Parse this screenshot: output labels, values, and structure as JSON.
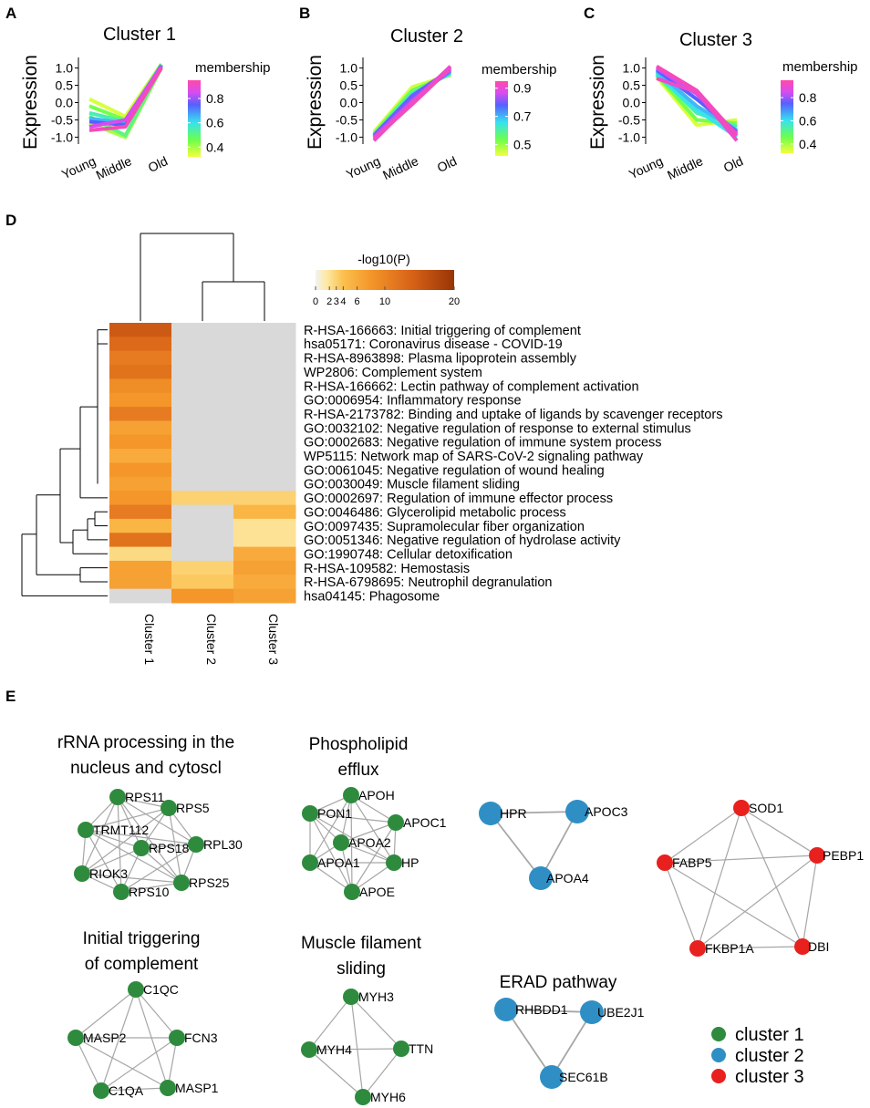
{
  "panel_letters": [
    "A",
    "B",
    "C",
    "D",
    "E"
  ],
  "chart_data": [
    {
      "panel": "A",
      "type": "line",
      "title": "Cluster 1",
      "xlabel": "",
      "ylabel": "Expression",
      "categories": [
        "Young",
        "Middle",
        "Old"
      ],
      "yticks": [
        "1.0",
        "0.5",
        "0.0",
        "-0.5",
        "-1.0"
      ],
      "ylim": [
        -1.2,
        1.2
      ],
      "legend_title": "membership",
      "legend_ticks": [
        "0.8",
        "0.6",
        "0.4"
      ],
      "legend_range": [
        0.32,
        0.95
      ],
      "legend_tick_values": [
        0.8,
        0.6,
        0.4
      ],
      "series": [
        {
          "values": [
            0.1,
            -0.4,
            1.12
          ],
          "membership": 0.35
        },
        {
          "values": [
            -0.1,
            -0.5,
            1.1
          ],
          "membership": 0.45
        },
        {
          "values": [
            -0.3,
            -0.55,
            1.1
          ],
          "membership": 0.55
        },
        {
          "values": [
            -0.45,
            -0.6,
            1.08
          ],
          "membership": 0.65
        },
        {
          "values": [
            -0.55,
            -0.65,
            1.07
          ],
          "membership": 0.75
        },
        {
          "values": [
            -0.7,
            -0.5,
            1.05
          ],
          "membership": 0.85
        },
        {
          "values": [
            -0.8,
            -0.7,
            1.0
          ],
          "membership": 0.92
        },
        {
          "values": [
            -0.6,
            -1.0,
            1.0
          ],
          "membership": 0.4
        },
        {
          "values": [
            -0.4,
            -0.95,
            1.02
          ],
          "membership": 0.5
        }
      ]
    },
    {
      "panel": "B",
      "type": "line",
      "title": "Cluster 2",
      "xlabel": "",
      "ylabel": "Expression",
      "categories": [
        "Young",
        "Middle",
        "Old"
      ],
      "yticks": [
        "1.0",
        "0.5",
        "0.0",
        "-0.5",
        "-1.0"
      ],
      "ylim": [
        -1.2,
        1.2
      ],
      "legend_title": "membership",
      "legend_ticks": [
        "0.9",
        "0.7",
        "0.5"
      ],
      "legend_range": [
        0.42,
        0.95
      ],
      "legend_tick_values": [
        0.9,
        0.7,
        0.5
      ],
      "series": [
        {
          "values": [
            -0.85,
            0.45,
            0.8
          ],
          "membership": 0.45
        },
        {
          "values": [
            -0.9,
            0.35,
            0.82
          ],
          "membership": 0.55
        },
        {
          "values": [
            -0.95,
            0.25,
            0.85
          ],
          "membership": 0.65
        },
        {
          "values": [
            -1.0,
            0.15,
            0.9
          ],
          "membership": 0.75
        },
        {
          "values": [
            -1.0,
            0.05,
            0.95
          ],
          "membership": 0.85
        },
        {
          "values": [
            -1.05,
            -0.05,
            1.0
          ],
          "membership": 0.92
        },
        {
          "values": [
            -1.1,
            0.0,
            1.05
          ],
          "membership": 0.9
        },
        {
          "values": [
            -0.95,
            0.2,
            0.95
          ],
          "membership": 0.8
        }
      ]
    },
    {
      "panel": "C",
      "type": "line",
      "title": "Cluster 3",
      "xlabel": "",
      "ylabel": "Expression",
      "categories": [
        "Young",
        "Middle",
        "Old"
      ],
      "yticks": [
        "1.0",
        "0.5",
        "0.0",
        "-0.5",
        "-1.0"
      ],
      "ylim": [
        -1.2,
        1.2
      ],
      "legend_title": "membership",
      "legend_ticks": [
        "0.8",
        "0.6",
        "0.4"
      ],
      "legend_range": [
        0.32,
        0.95
      ],
      "legend_tick_values": [
        0.8,
        0.6,
        0.4
      ],
      "series": [
        {
          "values": [
            0.75,
            -0.65,
            -0.5
          ],
          "membership": 0.35
        },
        {
          "values": [
            0.8,
            -0.5,
            -0.6
          ],
          "membership": 0.45
        },
        {
          "values": [
            0.85,
            -0.3,
            -0.7
          ],
          "membership": 0.55
        },
        {
          "values": [
            0.9,
            -0.1,
            -0.8
          ],
          "membership": 0.65
        },
        {
          "values": [
            0.95,
            0.1,
            -0.85
          ],
          "membership": 0.75
        },
        {
          "values": [
            1.0,
            0.25,
            -0.9
          ],
          "membership": 0.85
        },
        {
          "values": [
            1.05,
            0.35,
            -0.95
          ],
          "membership": 0.92
        },
        {
          "values": [
            0.7,
            0.3,
            -1.1
          ],
          "membership": 0.9
        },
        {
          "values": [
            0.8,
            -0.2,
            -1.0
          ],
          "membership": 0.6
        }
      ]
    },
    {
      "panel": "D",
      "type": "heatmap",
      "legend_title": "-log10(P)",
      "legend_ticks": [
        "0",
        "2",
        "3",
        "4",
        "6",
        "10",
        "20"
      ],
      "legend_tick_values": [
        0,
        2,
        3,
        4,
        6,
        10,
        20
      ],
      "columns": [
        "Cluster 1",
        "Cluster 2",
        "Cluster 3"
      ],
      "rows": [
        "R-HSA-166663: Initial triggering of complement",
        "hsa05171: Coronavirus disease - COVID-19",
        "R-HSA-8963898: Plasma lipoprotein assembly",
        "WP2806: Complement system",
        "R-HSA-166662: Lectin pathway of complement activation",
        "GO:0006954: Inflammatory response",
        "R-HSA-2173782: Binding and uptake of ligands by scavenger receptors",
        "GO:0032102: Negative regulation of response to external stimulus",
        "GO:0002683: Negative regulation of immune system process",
        "WP5115: Network map of SARS-CoV-2 signaling pathway",
        "GO:0061045: Negative regulation of wound healing",
        "GO:0030049: Muscle filament sliding",
        "GO:0002697: Regulation of immune effector process",
        "GO:0046486: Glycerolipid metabolic process",
        "GO:0097435: Supramolecular fiber organization",
        "GO:0051346: Negative regulation of hydrolase activity",
        "GO:1990748: Cellular detoxification",
        "R-HSA-109582: Hemostasis",
        "R-HSA-6798695: Neutrophil degranulation",
        "hsa04145: Phagosome"
      ],
      "values": [
        [
          15,
          null,
          null
        ],
        [
          13,
          null,
          null
        ],
        [
          11,
          null,
          null
        ],
        [
          12,
          null,
          null
        ],
        [
          9,
          null,
          null
        ],
        [
          8,
          null,
          null
        ],
        [
          11,
          null,
          null
        ],
        [
          7,
          null,
          null
        ],
        [
          8,
          null,
          null
        ],
        [
          6,
          null,
          null
        ],
        [
          8,
          null,
          null
        ],
        [
          7,
          null,
          null
        ],
        [
          8,
          3,
          3
        ],
        [
          11,
          null,
          5
        ],
        [
          5,
          null,
          2
        ],
        [
          12,
          null,
          2
        ],
        [
          2.5,
          null,
          6
        ],
        [
          7,
          3,
          7
        ],
        [
          7,
          3.5,
          6
        ],
        [
          null,
          8,
          7
        ]
      ]
    }
  ],
  "networks": {
    "groups": [
      {
        "title_lines": [
          "rRNA processing in the",
          "nucleus and cytoscl"
        ],
        "nodes": [
          "RPS11",
          "RPS5",
          "TRMT112",
          "RPS18",
          "RPL30",
          "RIOK3",
          "RPS25",
          "RPS10"
        ]
      },
      {
        "title_lines": [
          "Phospholipid",
          "efflux"
        ],
        "nodes": [
          "APOH",
          "PON1",
          "APOC1",
          "APOA2",
          "APOA1",
          "HP",
          "APOE"
        ]
      },
      {
        "title_lines": [],
        "nodes": [
          "HPR",
          "APOC3",
          "APOA4"
        ]
      },
      {
        "title_lines": [],
        "nodes": [
          "SOD1",
          "FABP5",
          "PEBP1",
          "FKBP1A",
          "DBI"
        ]
      },
      {
        "title_lines": [
          "Initial triggering",
          "of complement"
        ],
        "nodes": [
          "C1QC",
          "MASP2",
          "FCN3",
          "C1QA",
          "MASP1"
        ]
      },
      {
        "title_lines": [
          "Muscle filament",
          "sliding"
        ],
        "nodes": [
          "MYH3",
          "MYH4",
          "TTN",
          "MYH6"
        ]
      },
      {
        "title_lines": [
          "ERAD pathway"
        ],
        "nodes": [
          "RHBDD1",
          "UBE2J1",
          "SEC61B"
        ]
      }
    ],
    "legend": [
      {
        "label": "cluster 1",
        "color": "#2e8b3e"
      },
      {
        "label": "cluster 2",
        "color": "#2f8fc4"
      },
      {
        "label": "cluster 3",
        "color": "#e8201e"
      }
    ]
  }
}
